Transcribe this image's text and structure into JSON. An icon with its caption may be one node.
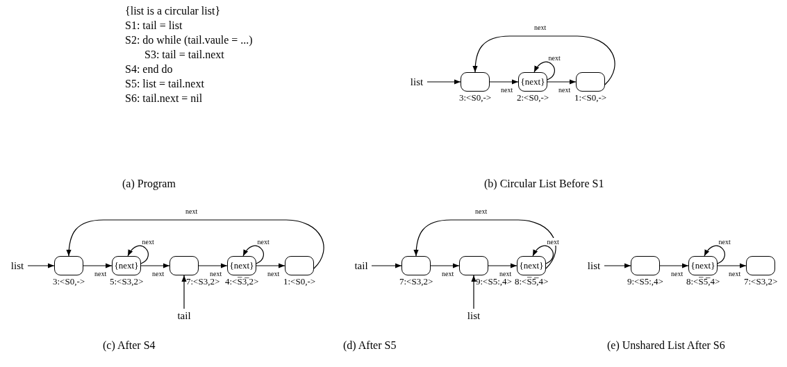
{
  "diagram": {
    "nodes": [
      {
        "text": [
          "list"
        ]
      },
      {
        "text": [],
        "shape": "box",
        "beside": [
          "3:<S0,->"
        ]
      },
      {
        "text": [
          "{next}"
        ],
        "beside": [
          "2:<S0,->"
        ]
      },
      {
        "text": [],
        "shape": "box",
        "beside": [
          "1:<S0,->"
        ]
      },
      {
        "text": [
          "list"
        ]
      },
      {
        "text": [],
        "shape": "box",
        "beside": [
          "3:<S0,->"
        ]
      },
      {
        "text": [
          "{next}"
        ],
        "beside": [
          "5:<S3,2>"
        ]
      },
      {
        "text": [],
        "shape": "box",
        "beside": [
          "7:<S3,2>"
        ]
      },
      {
        "text": [
          "{next}"
        ],
        "beside": [
          "4:<S̅3̅,2>"
        ]
      },
      {
        "text": [],
        "shape": "box",
        "beside": [
          "1:<S0,->"
        ]
      },
      {
        "text": [
          "tail"
        ]
      },
      {
        "text": [
          "tail"
        ]
      },
      {
        "text": [],
        "shape": "box",
        "beside": [
          "7:<S3,2>"
        ]
      },
      {
        "text": [],
        "shape": "box",
        "beside": [
          "9:<S5:,4>"
        ]
      },
      {
        "text": [
          "{next}"
        ],
        "beside": [
          "8:<S̅5̅,4>"
        ]
      },
      {
        "text": [
          "list"
        ]
      },
      {
        "text": [
          "list"
        ]
      },
      {
        "text": [],
        "shape": "box",
        "beside": [
          "9:<S5:,4>"
        ]
      },
      {
        "text": [
          "{next}"
        ],
        "beside": [
          "8:<S̅5̅,4>"
        ]
      },
      {
        "text": [],
        "shape": "box",
        "beside": [
          "7:<S3,2>"
        ]
      }
    ],
    "edges": [
      {
        "from": 0,
        "to": 1,
        "arrow": "to"
      },
      {
        "from": 1,
        "to": 2,
        "arrow": "to",
        "label": "next"
      },
      {
        "from": 2,
        "to": 2,
        "arrow": "to",
        "label": "next"
      },
      {
        "from": 2,
        "to": 3,
        "arrow": "to",
        "label": "next"
      },
      {
        "from": 3,
        "to": 1,
        "arrow": "to",
        "label": "next"
      },
      {
        "from": 4,
        "to": 5,
        "arrow": "to"
      },
      {
        "from": 5,
        "to": 6,
        "arrow": "to",
        "label": "next"
      },
      {
        "from": 6,
        "to": 6,
        "arrow": "to",
        "label": "next"
      },
      {
        "from": 6,
        "to": 7,
        "arrow": "to",
        "label": "next"
      },
      {
        "from": 7,
        "to": 8,
        "arrow": "to",
        "label": "next"
      },
      {
        "from": 8,
        "to": 8,
        "arrow": "to",
        "label": "next"
      },
      {
        "from": 8,
        "to": 9,
        "arrow": "to",
        "label": "next"
      },
      {
        "from": 9,
        "to": 5,
        "arrow": "to",
        "label": "next"
      },
      {
        "from": 10,
        "to": 7,
        "arrow": "to"
      },
      {
        "from": 11,
        "to": 12,
        "arrow": "to"
      },
      {
        "from": 12,
        "to": 13,
        "arrow": "to",
        "label": "next"
      },
      {
        "from": 13,
        "to": 14,
        "arrow": "to",
        "label": "next"
      },
      {
        "from": 14,
        "to": 14,
        "arrow": "to",
        "label": "next"
      },
      {
        "from": 14,
        "to": 12,
        "arrow": "to",
        "label": "next"
      },
      {
        "from": 15,
        "to": 13,
        "arrow": "to"
      },
      {
        "from": 16,
        "to": 17,
        "arrow": "to"
      },
      {
        "from": 17,
        "to": 18,
        "arrow": "to",
        "label": "next"
      },
      {
        "from": 18,
        "to": 18,
        "arrow": "to",
        "label": "next"
      },
      {
        "from": 18,
        "to": 19,
        "arrow": "to",
        "label": "next"
      }
    ],
    "labels": [
      "{list is a circular list}",
      "S1: tail = list",
      "S2: do while (tail.vaule = ...)",
      "S3: tail = tail.next",
      "S4: end do",
      "S5: list = tail.next",
      "S6: tail.next = nil",
      "(a) Program",
      "(b) Circular List Before S1",
      "(c) After S4",
      "(d) After S5",
      "(e) Unshared List After S6"
    ]
  }
}
